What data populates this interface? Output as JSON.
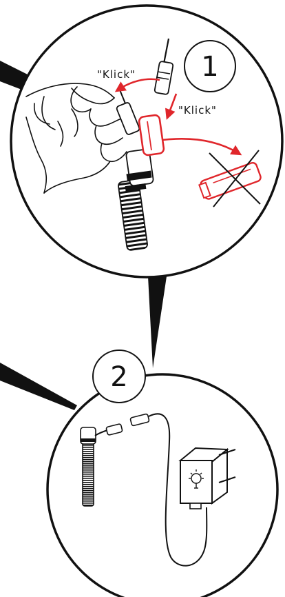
{
  "colors": {
    "ink": "#111111",
    "accent": "#e0262b",
    "background": "#ffffff"
  },
  "steps": [
    {
      "number": "1",
      "callouts": [
        "\"Klick\"",
        "\"Klick\""
      ],
      "crossed_out_part": "red cap",
      "icons": [
        "hand-icon",
        "hose-icon",
        "connector-plug-icon",
        "red-cap-icon",
        "curved-arrow-icon",
        "cross-out-icon"
      ]
    },
    {
      "number": "2",
      "icons": [
        "hose-icon",
        "cable-connector-icon",
        "power-adapter-icon",
        "lamp-symbol-icon"
      ]
    }
  ]
}
